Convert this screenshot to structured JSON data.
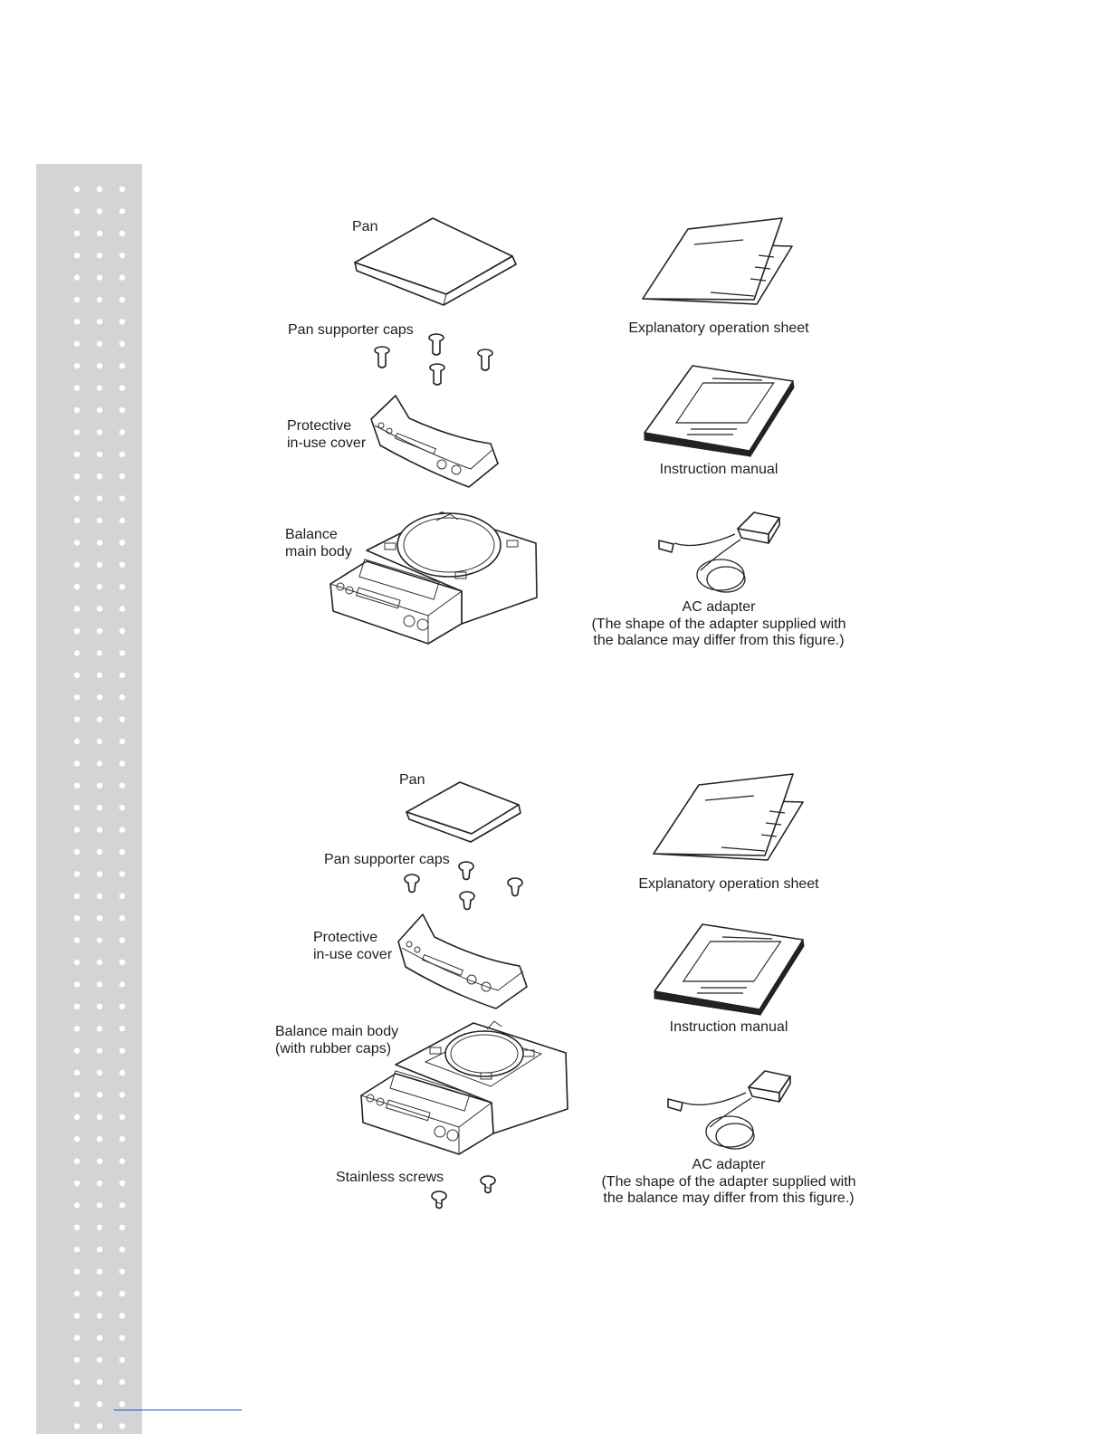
{
  "figure_a": {
    "pan": "Pan",
    "caps": "Pan supporter caps",
    "cover_1": "Protective",
    "cover_2": "in-use cover",
    "body_1": "Balance",
    "body_2": "main body",
    "sheet": "Explanatory operation sheet",
    "manual": "Instruction manual",
    "adapter": "AC adapter",
    "adapter_note_1": "(The shape of the adapter supplied with",
    "adapter_note_2": "the balance may differ from this figure.)"
  },
  "figure_b": {
    "pan": "Pan",
    "caps": "Pan supporter caps",
    "cover_1": "Protective",
    "cover_2": "in-use cover",
    "body_1": "Balance main body",
    "body_2": "(with rubber caps)",
    "screws": "Stainless screws",
    "sheet": "Explanatory operation sheet",
    "manual": "Instruction manual",
    "adapter": "AC adapter",
    "adapter_note_1": "(The shape of the adapter supplied with",
    "adapter_note_2": "the balance may differ from this figure.)"
  }
}
